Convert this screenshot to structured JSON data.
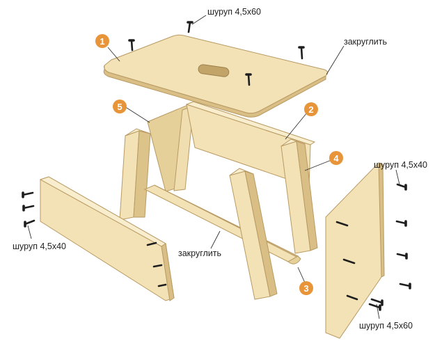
{
  "labels": {
    "screw_top": "шуруп 4,5x60",
    "round_top": "закруглить",
    "screw_right": "шуруп 4,5x40",
    "screw_left": "шуруп 4,5x40",
    "round_bottom": "закруглить",
    "screw_bottom": "шуруп 4,5x60"
  },
  "badges": {
    "b1": "1",
    "b2": "2",
    "b3": "3",
    "b4": "4",
    "b5": "5"
  },
  "colors": {
    "badge": "#e8953a",
    "wood_light": "#f2e2b6",
    "wood_mid": "#e6d09a",
    "wood_dark": "#cfb47a",
    "screw": "#1e1e1e"
  }
}
